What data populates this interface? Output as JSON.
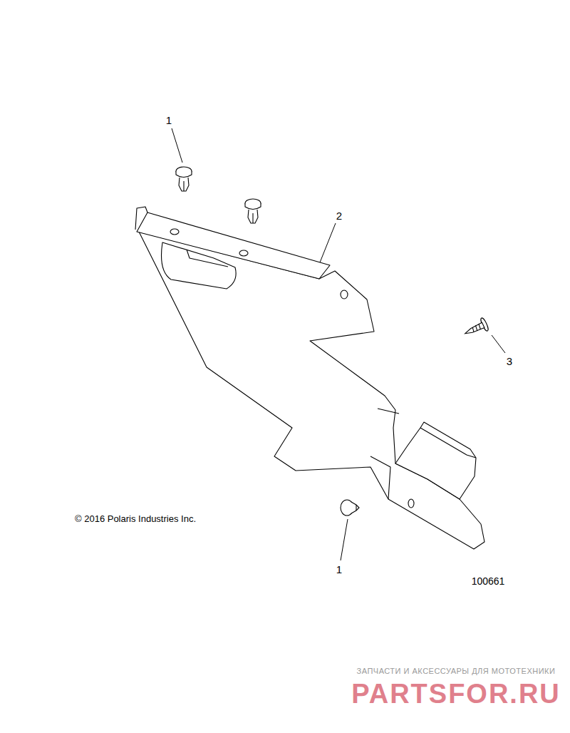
{
  "diagram": {
    "labels": [
      "1",
      "2",
      "3",
      "1",
      "© 2016 Polaris Industries Inc.",
      "100661",
      "ЗАПЧАСТИ И АКСЕССУАРЫ ДЛЯ МОТОТЕХНИКИ",
      "PARTSFOR.RU"
    ]
  }
}
